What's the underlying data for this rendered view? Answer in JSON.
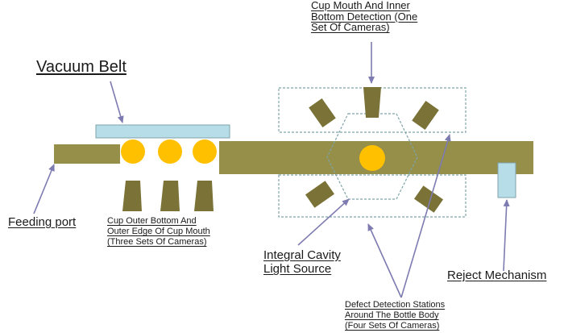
{
  "colors": {
    "olive": "#958f4a",
    "cup": "#ffc000",
    "belt": "#b7dde8",
    "frame": "#7fa3a8",
    "arrow": "#7d7bb0"
  },
  "labels": {
    "vacuum_belt": "Vacuum Belt",
    "feeding_port": "Feeding port",
    "cup_mouth": [
      "Cup Mouth And Inner",
      "Bottom Detection (One",
      "Set Of Cameras)"
    ],
    "cup_outer": [
      "Cup Outer Bottom And",
      "Outer Edge Of Cup Mouth",
      "(Three Sets Of Cameras)"
    ],
    "integral_cavity": [
      "Integral Cavity",
      "Light Source"
    ],
    "reject": "Reject Mechanism",
    "defect": [
      "Defect Detection Stations",
      "Around The Bottle Body",
      "(Four Sets Of Cameras)"
    ]
  }
}
